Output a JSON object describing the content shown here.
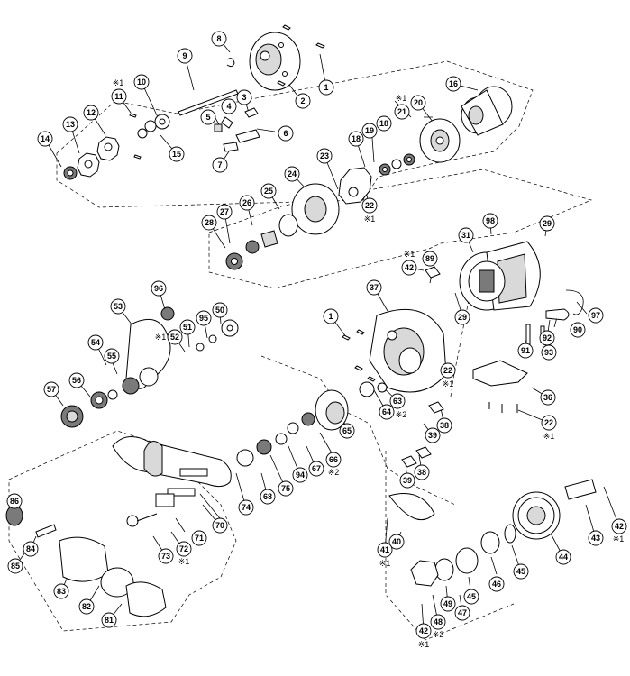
{
  "callouts": [
    {
      "id": "c1a",
      "label": "1"
    },
    {
      "id": "c2",
      "label": "2"
    },
    {
      "id": "c3",
      "label": "3"
    },
    {
      "id": "c4",
      "label": "4"
    },
    {
      "id": "c5",
      "label": "5"
    },
    {
      "id": "c6",
      "label": "6"
    },
    {
      "id": "c7",
      "label": "7"
    },
    {
      "id": "c8",
      "label": "8"
    },
    {
      "id": "c9",
      "label": "9"
    },
    {
      "id": "c10",
      "label": "10"
    },
    {
      "id": "c11",
      "label": "11",
      "note": "※1"
    },
    {
      "id": "c12",
      "label": "12"
    },
    {
      "id": "c13",
      "label": "13"
    },
    {
      "id": "c14",
      "label": "14"
    },
    {
      "id": "c15",
      "label": "15"
    },
    {
      "id": "c16",
      "label": "16"
    },
    {
      "id": "c18a",
      "label": "18"
    },
    {
      "id": "c18b",
      "label": "18"
    },
    {
      "id": "c19",
      "label": "19"
    },
    {
      "id": "c20",
      "label": "20"
    },
    {
      "id": "c21",
      "label": "21",
      "note": "※1"
    },
    {
      "id": "c22a",
      "label": "22",
      "note": "※1"
    },
    {
      "id": "c23",
      "label": "23"
    },
    {
      "id": "c24",
      "label": "24"
    },
    {
      "id": "c25",
      "label": "25"
    },
    {
      "id": "c26",
      "label": "26"
    },
    {
      "id": "c27",
      "label": "27"
    },
    {
      "id": "c28",
      "label": "28"
    },
    {
      "id": "c29a",
      "label": "29"
    },
    {
      "id": "c29b",
      "label": "29"
    },
    {
      "id": "c31",
      "label": "31"
    },
    {
      "id": "c98",
      "label": "98"
    },
    {
      "id": "c89",
      "label": "89"
    },
    {
      "id": "c42a",
      "label": "42",
      "note": "※1"
    },
    {
      "id": "c37",
      "label": "37"
    },
    {
      "id": "c1b",
      "label": "1"
    },
    {
      "id": "c96",
      "label": "96"
    },
    {
      "id": "c53",
      "label": "53"
    },
    {
      "id": "c50",
      "label": "50"
    },
    {
      "id": "c95",
      "label": "95"
    },
    {
      "id": "c51",
      "label": "51"
    },
    {
      "id": "c52",
      "label": "52",
      "note": "※1"
    },
    {
      "id": "c54",
      "label": "54"
    },
    {
      "id": "c55",
      "label": "55"
    },
    {
      "id": "c56",
      "label": "56"
    },
    {
      "id": "c57",
      "label": "57"
    },
    {
      "id": "c97",
      "label": "97"
    },
    {
      "id": "c90",
      "label": "90"
    },
    {
      "id": "c92",
      "label": "92"
    },
    {
      "id": "c91",
      "label": "91"
    },
    {
      "id": "c93",
      "label": "93"
    },
    {
      "id": "c22b",
      "label": "22",
      "note": "※1"
    },
    {
      "id": "c36",
      "label": "36"
    },
    {
      "id": "c22c",
      "label": "22",
      "note": "※1"
    },
    {
      "id": "c63",
      "label": "63"
    },
    {
      "id": "c64",
      "label": "64",
      "note": "※2"
    },
    {
      "id": "c38a",
      "label": "38"
    },
    {
      "id": "c39a",
      "label": "39"
    },
    {
      "id": "c38b",
      "label": "38"
    },
    {
      "id": "c39b",
      "label": "39"
    },
    {
      "id": "c65",
      "label": "65"
    },
    {
      "id": "c66",
      "label": "66",
      "note": "※2"
    },
    {
      "id": "c67",
      "label": "67"
    },
    {
      "id": "c94",
      "label": "94"
    },
    {
      "id": "c75",
      "label": "75"
    },
    {
      "id": "c68",
      "label": "68"
    },
    {
      "id": "c74",
      "label": "74"
    },
    {
      "id": "c70",
      "label": "70"
    },
    {
      "id": "c71",
      "label": "71"
    },
    {
      "id": "c72",
      "label": "72",
      "note": "※1"
    },
    {
      "id": "c73",
      "label": "73"
    },
    {
      "id": "c40",
      "label": "40"
    },
    {
      "id": "c41",
      "label": "41",
      "note": "※1"
    },
    {
      "id": "c86",
      "label": "86"
    },
    {
      "id": "c85",
      "label": "85"
    },
    {
      "id": "c84",
      "label": "84"
    },
    {
      "id": "c83",
      "label": "83"
    },
    {
      "id": "c82",
      "label": "82"
    },
    {
      "id": "c81",
      "label": "81"
    },
    {
      "id": "c44",
      "label": "44"
    },
    {
      "id": "c43",
      "label": "43"
    },
    {
      "id": "c42b",
      "label": "42",
      "note": "※1"
    },
    {
      "id": "c45a",
      "label": "45"
    },
    {
      "id": "c45b",
      "label": "45"
    },
    {
      "id": "c46",
      "label": "46"
    },
    {
      "id": "c47",
      "label": "47"
    },
    {
      "id": "c48",
      "label": "48",
      "note": "※2"
    },
    {
      "id": "c49",
      "label": "49"
    },
    {
      "id": "c42c",
      "label": "42",
      "note": "※1"
    }
  ]
}
